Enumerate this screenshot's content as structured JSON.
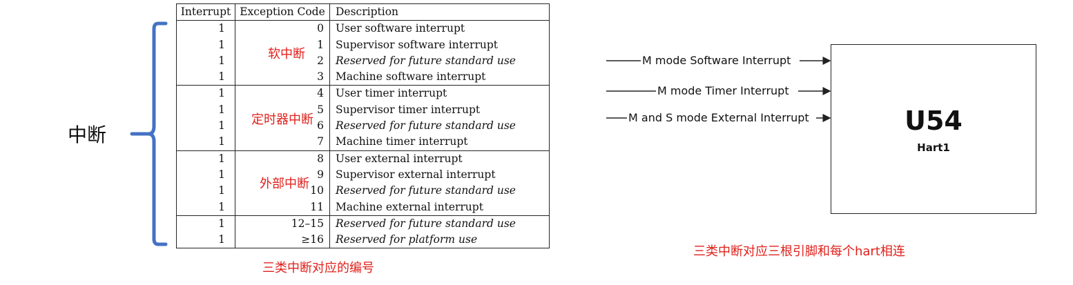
{
  "table": {
    "headers": [
      "Interrupt",
      "Exception Code",
      "Description"
    ],
    "rows": [
      {
        "interrupt": "1",
        "code": "0",
        "desc": "User software interrupt",
        "italic": false,
        "group_end": false
      },
      {
        "interrupt": "1",
        "code": "1",
        "desc": "Supervisor software interrupt",
        "italic": false,
        "group_end": false
      },
      {
        "interrupt": "1",
        "code": "2",
        "desc": "Reserved for future standard use",
        "italic": true,
        "group_end": false
      },
      {
        "interrupt": "1",
        "code": "3",
        "desc": "Machine software interrupt",
        "italic": false,
        "group_end": true
      },
      {
        "interrupt": "1",
        "code": "4",
        "desc": "User timer interrupt",
        "italic": false,
        "group_end": false
      },
      {
        "interrupt": "1",
        "code": "5",
        "desc": "Supervisor timer interrupt",
        "italic": false,
        "group_end": false
      },
      {
        "interrupt": "1",
        "code": "6",
        "desc": "Reserved for future standard use",
        "italic": true,
        "group_end": false
      },
      {
        "interrupt": "1",
        "code": "7",
        "desc": "Machine timer interrupt",
        "italic": false,
        "group_end": true
      },
      {
        "interrupt": "1",
        "code": "8",
        "desc": "User external interrupt",
        "italic": false,
        "group_end": false
      },
      {
        "interrupt": "1",
        "code": "9",
        "desc": "Supervisor external interrupt",
        "italic": false,
        "group_end": false
      },
      {
        "interrupt": "1",
        "code": "10",
        "desc": "Reserved for future standard use",
        "italic": true,
        "group_end": false
      },
      {
        "interrupt": "1",
        "code": "11",
        "desc": "Machine external interrupt",
        "italic": false,
        "group_end": true
      },
      {
        "interrupt": "1",
        "code": "12–15",
        "desc": "Reserved for future standard use",
        "italic": true,
        "group_end": false
      },
      {
        "interrupt": "1",
        "code": "≥16",
        "desc": "Reserved for platform use",
        "italic": true,
        "group_end": false
      }
    ]
  },
  "annotations": {
    "brace_label": "中断",
    "group_software": "软中断",
    "group_timer": "定时器中断",
    "group_external": "外部中断",
    "table_caption": "三类中断对应的编号"
  },
  "diagram": {
    "signals": [
      "M mode Software Interrupt",
      "M mode Timer Interrupt",
      "M and S mode External Interrupt"
    ],
    "chip_name": "U54",
    "chip_sub": "Hart1",
    "caption": "三类中断对应三根引脚和每个hart相连"
  },
  "colors": {
    "brace": "#4472c4",
    "annotation_red": "#e0201b",
    "line": "#222222"
  }
}
